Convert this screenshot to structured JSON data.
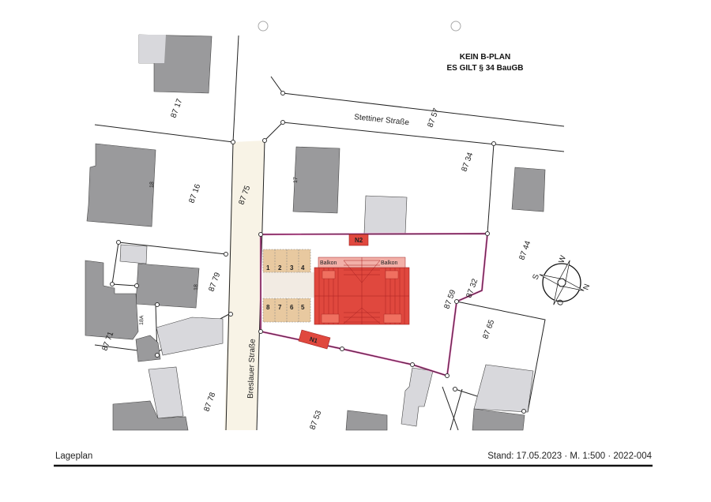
{
  "notice": {
    "line1": "KEIN B-PLAN",
    "line2": "ES GILT § 34 BauGB"
  },
  "streets": {
    "stettiner": "Stettiner Straße",
    "breslauer": "Breslauer Straße"
  },
  "parcels": [
    "87 17",
    "87 16",
    "87 75",
    "87 79",
    "87 71",
    "87 78",
    "87 57",
    "87 34",
    "87 44",
    "87 32",
    "87 59",
    "87 65",
    "87 53"
  ],
  "house_numbers": [
    "18",
    "17",
    "18",
    "18A"
  ],
  "building": {
    "balcony_left": "Balkon",
    "balcony_right": "Balkon",
    "entrance_1": "N1",
    "entrance_2": "N2"
  },
  "parking_spaces": [
    "1",
    "2",
    "3",
    "4",
    "8",
    "7",
    "6",
    "5"
  ],
  "compass": {
    "n": "N",
    "o": "O",
    "s": "S",
    "w": "W"
  },
  "footer": {
    "title": "Lageplan",
    "stand": "Stand: 17.05.2023 · M. 1:500 · 2022-004"
  },
  "colors": {
    "building_new": "#e0483e",
    "boundary": "#d24fa0",
    "parking": "#e8c9a0",
    "existing": "#9a9a9c",
    "road": "#f8f3e6"
  }
}
